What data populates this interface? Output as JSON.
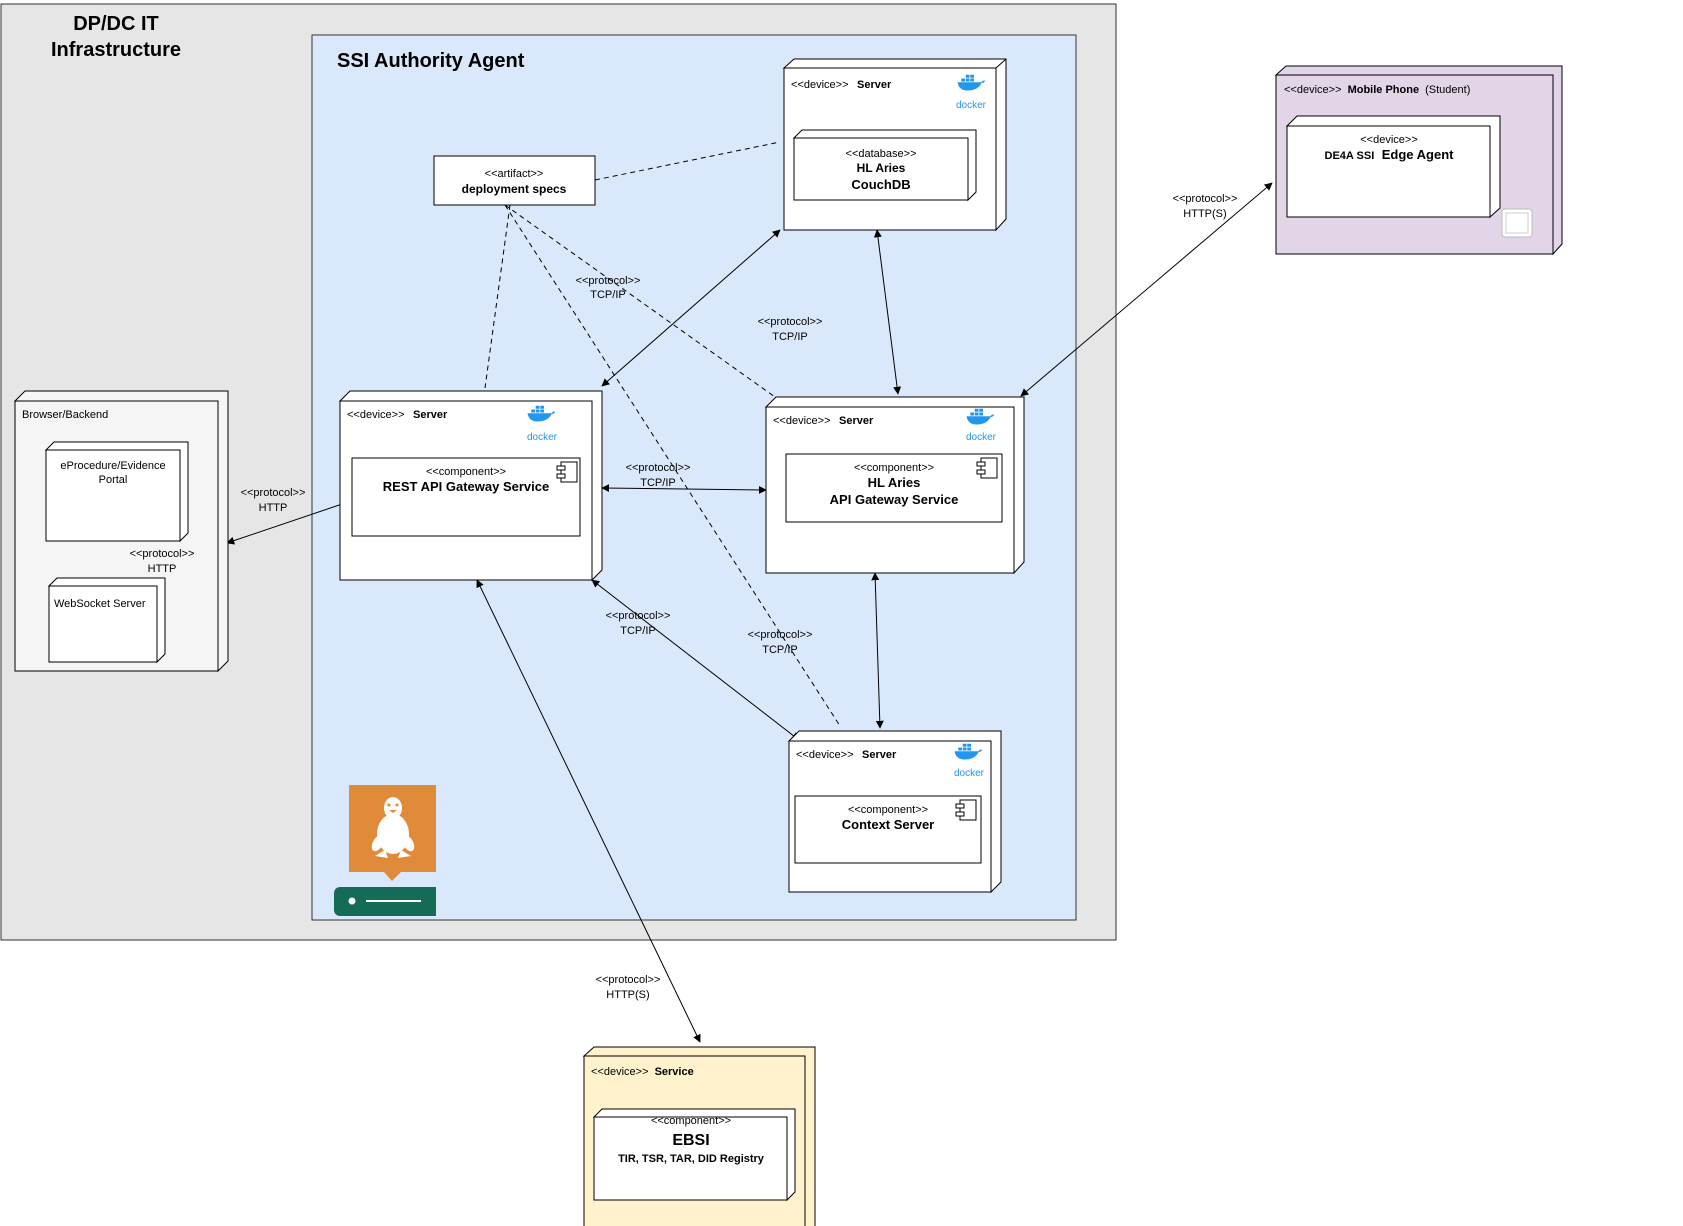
{
  "diagram": {
    "colors": {
      "outer_bg": "#e6e6e6",
      "agent_bg": "#dae8fc",
      "node_bg": "#ffffff",
      "mobile_bg": "#e1d5e7",
      "ebsi_bg": "#fff2cc",
      "browser_bg": "#f5f5f5",
      "docker_blue": "#2396ed",
      "linux_orange": "#e08b3a",
      "server_green": "#146b57"
    },
    "infra": {
      "title_line1": "DP/DC IT",
      "title_line2": "Infrastructure"
    },
    "agent": {
      "title": "SSI Authority Agent"
    },
    "artifact": {
      "stereotype": "<<artifact>>",
      "name": "deployment specs"
    },
    "couchdb_node": {
      "stereotype": "<<device>>",
      "name": "Server",
      "icon": "docker-icon",
      "icon_label": "docker",
      "inner": {
        "stereotype": "<<database>>",
        "line1": "HL Aries",
        "line2": "CouchDB"
      }
    },
    "rest_node": {
      "stereotype": "<<device>>",
      "name": "Server",
      "icon": "docker-icon",
      "icon_label": "docker",
      "inner": {
        "stereotype": "<<component>>",
        "line1": "REST API Gateway Service"
      }
    },
    "hl_node": {
      "stereotype": "<<device>>",
      "name": "Server",
      "icon": "docker-icon",
      "icon_label": "docker",
      "inner": {
        "stereotype": "<<component>>",
        "line1": "HL Aries",
        "line2": "API Gateway Service"
      }
    },
    "context_node": {
      "stereotype": "<<device>>",
      "name": "Server",
      "icon": "docker-icon",
      "icon_label": "docker",
      "inner": {
        "stereotype": "<<component>>",
        "line1": "Context Server"
      }
    },
    "browser": {
      "title": "Browser/Backend",
      "portal_line1": "eProcedure/Evidence",
      "portal_line2": "Portal",
      "websocket": "WebSocket Server"
    },
    "mobile": {
      "stereotype": "<<device>>",
      "name": "Mobile Phone",
      "suffix": "(Student)",
      "inner": {
        "stereotype": "<<device>>",
        "line1_prefix": "DE4A SSI",
        "line1_main": "Edge Agent"
      }
    },
    "ebsi": {
      "stereotype": "<<device>>",
      "name": "Service",
      "inner": {
        "stereotype": "<<component>>",
        "name": "EBSI",
        "subtitle": "TIR, TSR, TAR, DID Registry"
      }
    },
    "protocols": {
      "stereotype": "<<protocol>>",
      "artifact_tcp": "TCP/IP",
      "couch_hl_tcp": "TCP/IP",
      "rest_hl_tcp": "TCP/IP",
      "rest_ctx_tcp": "TCP/IP",
      "artifact_ctx_tcp": "TCP/IP",
      "browser_http": "HTTP",
      "portal_ws_http": "HTTP",
      "mobile_https": "HTTP(S)",
      "ebsi_https": "HTTP(S)"
    },
    "linux_icon": "linux-server-icon"
  }
}
